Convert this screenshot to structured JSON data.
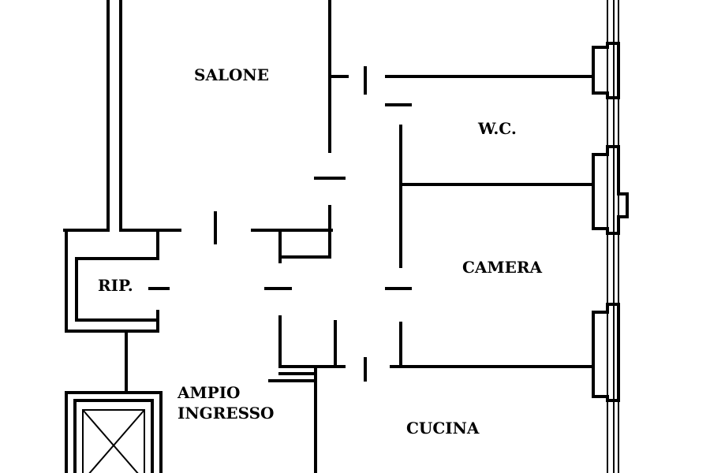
{
  "rooms": {
    "salone": "SALONE",
    "wc": "W.C.",
    "camera": "CAMERA",
    "rip": "RIP.",
    "ingresso_line1": "AMPIO",
    "ingresso_line2": "INGRESSO",
    "cucina": "CUCINA"
  },
  "colors": {
    "background": "#ffffff",
    "lines": "#000000"
  }
}
